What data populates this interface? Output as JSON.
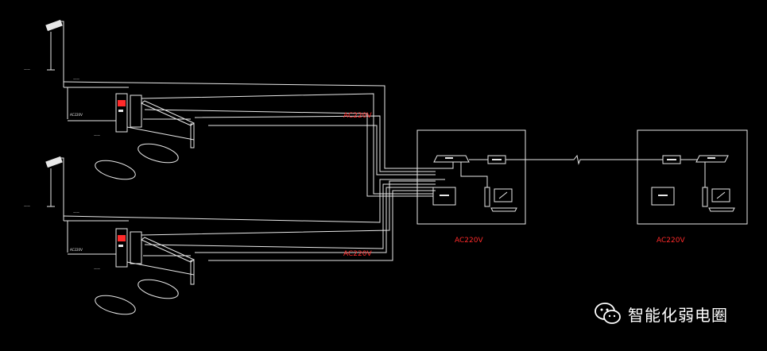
{
  "labels": {
    "red_1": "",
    "red_ac_top": "AC220V",
    "red_2": "",
    "red_3": "",
    "red_ac_bottom": "AC220V",
    "red_4": "",
    "red_center_ac": "AC220V",
    "red_right_ac": "AC220V",
    "room_center": "",
    "room_right": ""
  },
  "watermark": {
    "text": "智能化弱电圈",
    "icon": "wechat-icon"
  },
  "colors": {
    "background": "#000000",
    "line": "#e8e8e8",
    "accent": "#ff2a2a"
  }
}
